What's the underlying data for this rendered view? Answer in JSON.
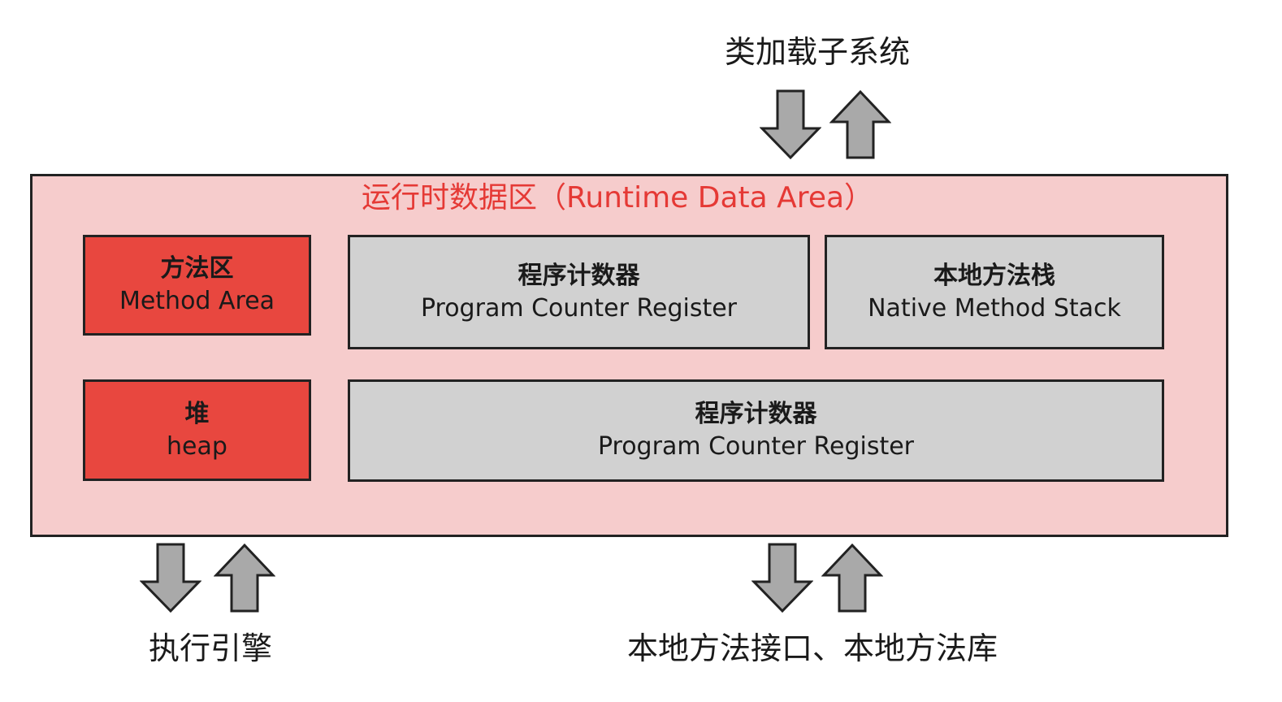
{
  "labels": {
    "class_loader": "类加载子系统",
    "execution_engine": "执行引擎",
    "native_interface": "本地方法接口、本地方法库"
  },
  "runtime_data_area": {
    "title": "运行时数据区（Runtime Data Area）",
    "method_area": {
      "zh": "方法区",
      "en": "Method Area"
    },
    "heap": {
      "zh": "堆",
      "en": "heap"
    },
    "pc_register_top": {
      "zh": "程序计数器",
      "en": "Program Counter Register"
    },
    "native_method_stack": {
      "zh": "本地方法栈",
      "en": "Native Method Stack"
    },
    "pc_register_bottom": {
      "zh": "程序计数器",
      "en": "Program Counter Register"
    }
  },
  "colors": {
    "area_fill": "#f6cccc",
    "area_title": "#e53935",
    "red_box": "#e8473f",
    "gray_box": "#d1d1d1",
    "arrow_fill": "#a9a9a9"
  }
}
